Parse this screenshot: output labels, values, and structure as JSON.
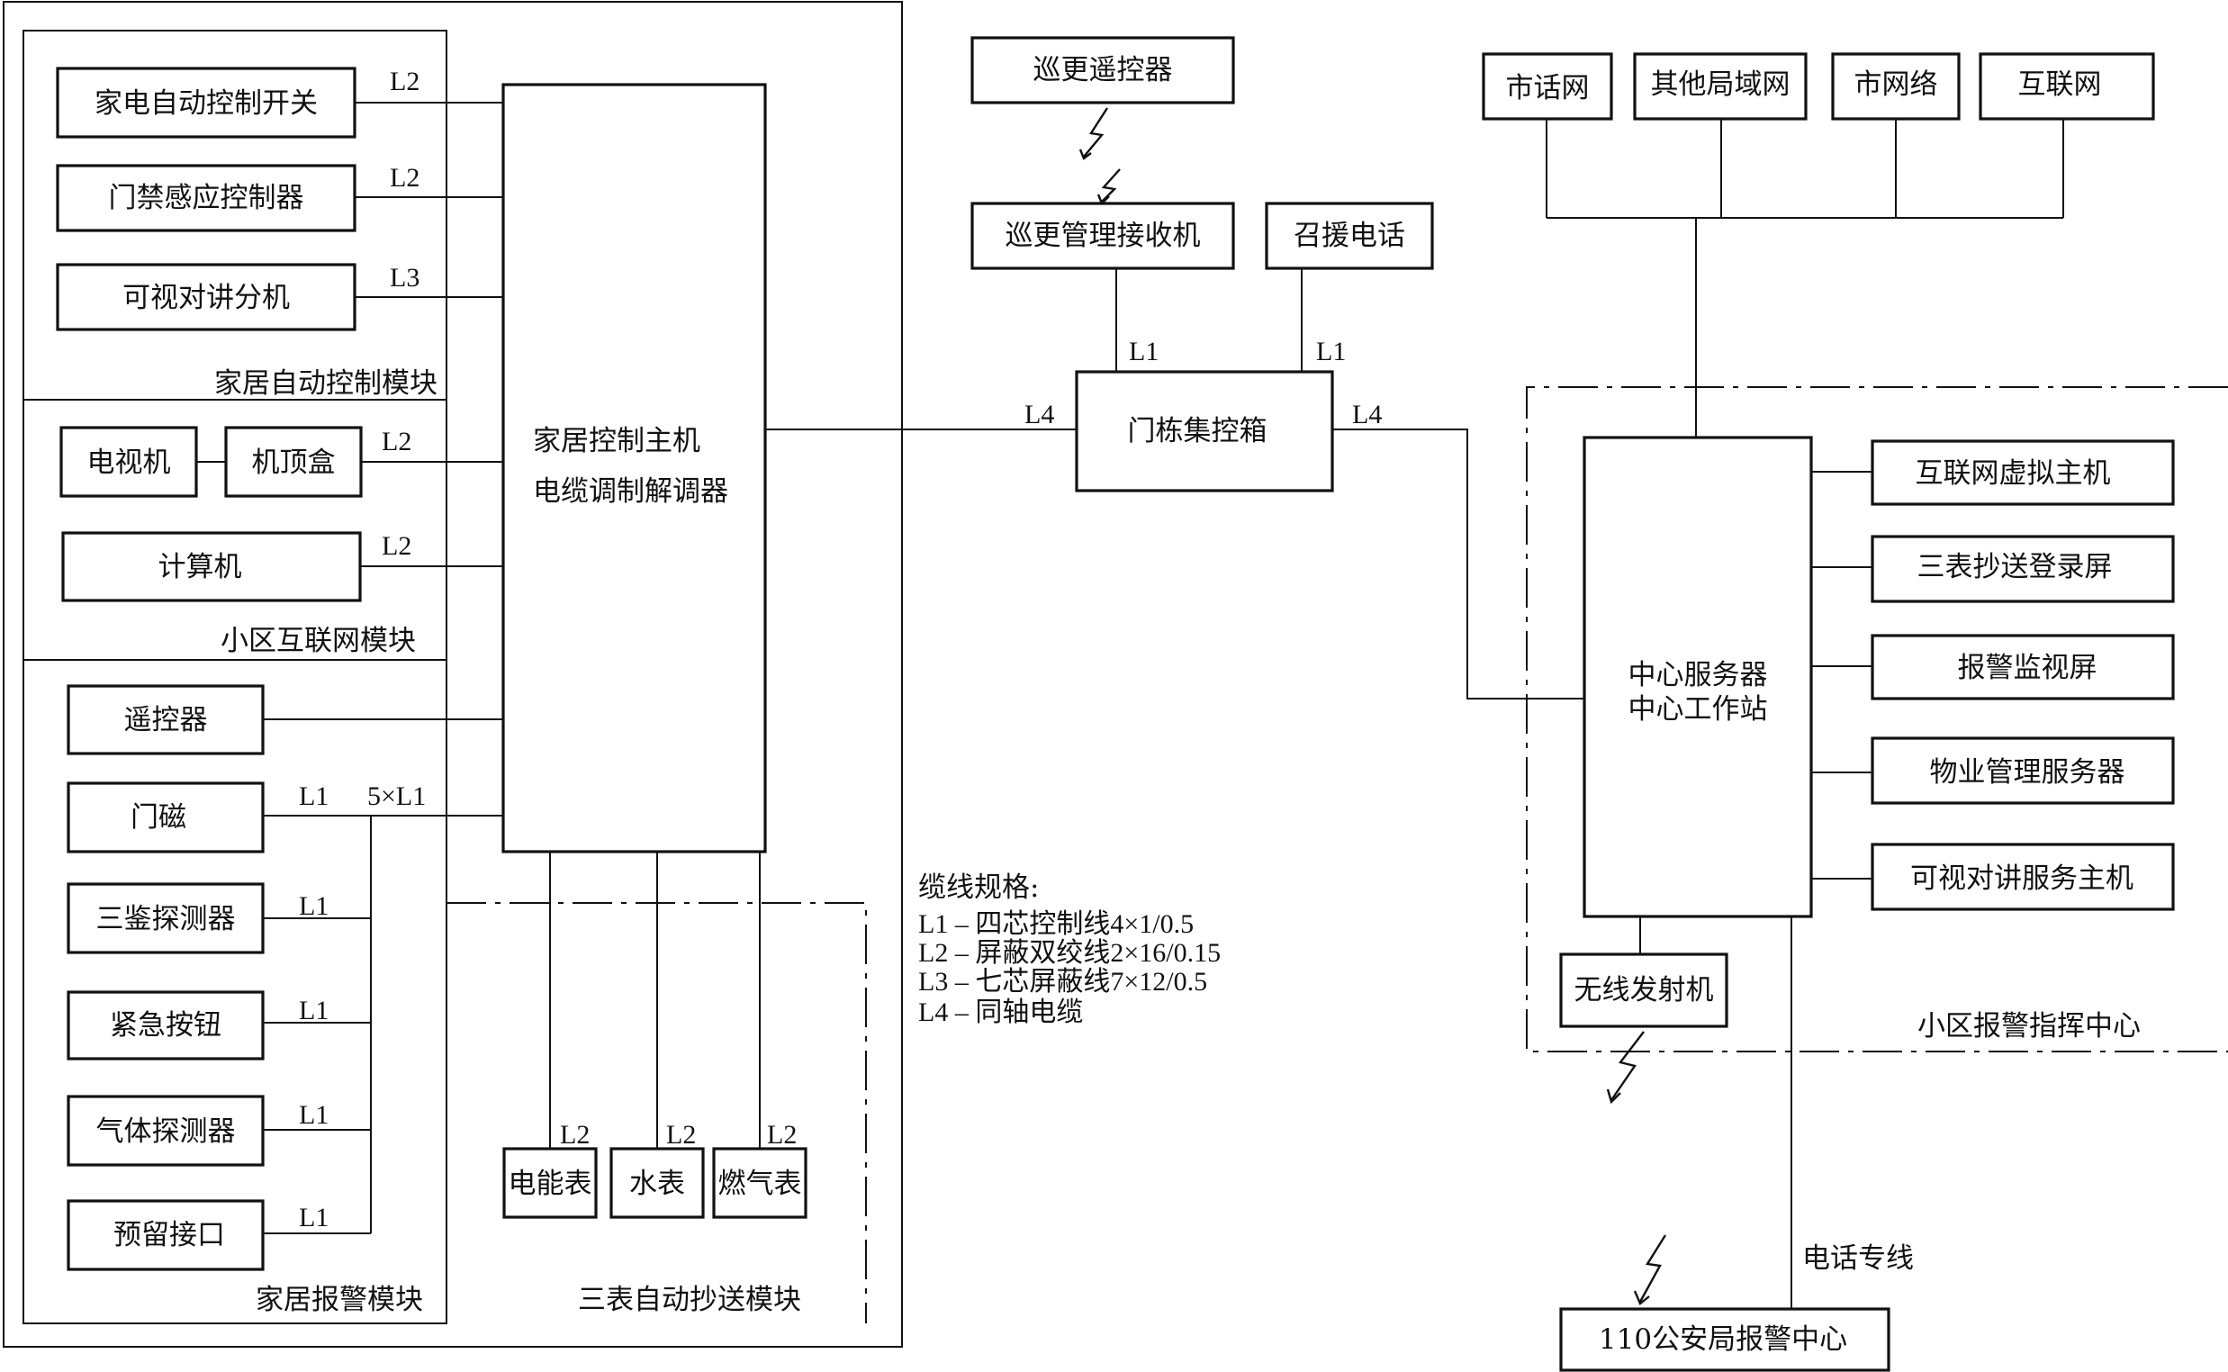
{
  "nodes": {
    "appliance_switch": "家电自动控制开关",
    "access_sensor": "门禁感应控制器",
    "video_intercom_ext": "可视对讲分机",
    "tv": "电视机",
    "set_top_box": "机顶盒",
    "computer": "计算机",
    "remote": "遥控器",
    "door_magnet": "门磁",
    "triple_detector": "三鉴探测器",
    "emergency_button": "紧急按钮",
    "gas_detector": "气体探测器",
    "reserved_port": "预留接口",
    "host_line1": "家居控制主机",
    "host_line2": "电缆调制解调器",
    "electric_meter": "电能表",
    "water_meter": "水表",
    "gas_meter": "燃气表",
    "patrol_remote": "巡更遥控器",
    "patrol_receiver": "巡更管理接收机",
    "help_phone": "召援电话",
    "building_box": "门栋集控箱",
    "local_phone_net": "市话网",
    "other_lan": "其他局域网",
    "city_network": "市网络",
    "internet": "互联网",
    "server_line1": "中心服务器",
    "server_line2": "中心工作站",
    "virtual_host": "互联网虚拟主机",
    "meter_screen": "三表抄送登录屏",
    "alarm_monitor": "报警监视屏",
    "property_server": "物业管理服务器",
    "intercom_host": "可视对讲服务主机",
    "wireless_tx": "无线发射机",
    "police_center": "110公安局报警中心"
  },
  "modules": {
    "home_automation": "家居自动控制模块",
    "community_internet": "小区互联网模块",
    "home_alarm": "家居报警模块",
    "meter_reading": "三表自动抄送模块",
    "alarm_command": "小区报警指挥中心"
  },
  "line_tags": {
    "l1": "L1",
    "l2": "L2",
    "l3": "L3",
    "l4": "L4",
    "five_l1": "5×L1",
    "phone_line": "电话专线"
  },
  "legend": {
    "title": "缆线规格:",
    "items": [
      "L1 – 四芯控制线4×1/0.5",
      "L2 – 屏蔽双绞线2×16/0.15",
      "L3 – 七芯屏蔽线7×12/0.5",
      "L4 – 同轴电缆"
    ]
  }
}
